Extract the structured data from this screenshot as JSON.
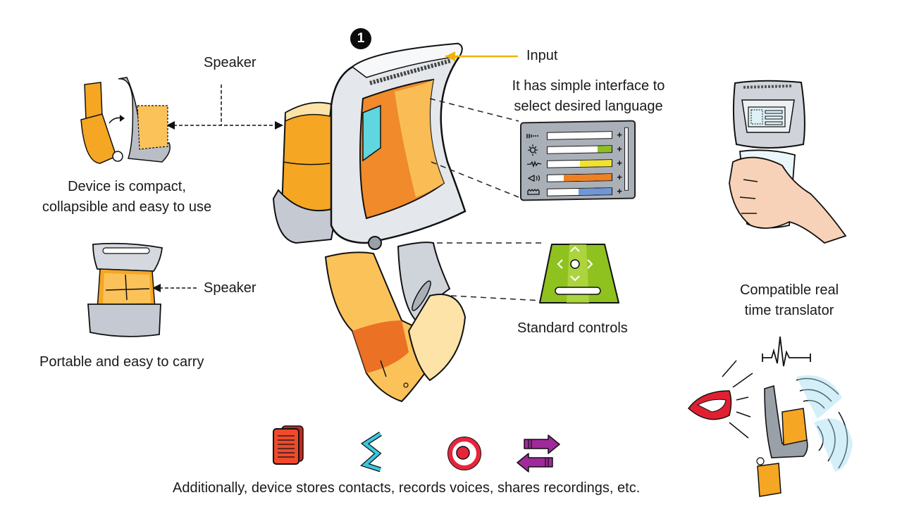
{
  "badge": {
    "number": "1"
  },
  "callouts": {
    "input": "Input",
    "speaker_top": "Speaker",
    "speaker_bottom": "Speaker",
    "interface_line1": "It has simple interface to",
    "interface_line2": "select desired language",
    "controls": "Standard controls",
    "compact_line1": "Device is compact,",
    "compact_line2": "collapsible and easy to use",
    "portable": "Portable and easy to carry",
    "translator_line1": "Compatible real",
    "translator_line2": "time translator",
    "footer": "Additionally, device stores contacts, records voices, shares recordings, etc."
  },
  "interface_panel": {
    "rows": [
      {
        "icon": "signal-bars-icon",
        "fill": 0.0,
        "color": "#ffffff"
      },
      {
        "icon": "brightness-icon",
        "fill": 0.22,
        "color": "#8cbf1f"
      },
      {
        "icon": "waveform-icon",
        "fill": 0.5,
        "color": "#f2e22e"
      },
      {
        "icon": "volume-icon",
        "fill": 0.75,
        "color": "#f08020"
      },
      {
        "icon": "bass-icon",
        "fill": 0.52,
        "color": "#6f96d8"
      }
    ],
    "plus_symbol": "+"
  },
  "feature_icons": [
    {
      "name": "contacts-icon",
      "color": "#ee4a2b"
    },
    {
      "name": "voice-wave-icon",
      "color": "#39c8e0"
    },
    {
      "name": "record-icon",
      "color": "#e8243b"
    },
    {
      "name": "share-arrows-icon",
      "color": "#a02a9c"
    }
  ],
  "colors": {
    "accent_orange": "#f5a623",
    "deep_orange": "#e8641c",
    "light_orange": "#fbc25a",
    "device_gray": "#b9bec6",
    "input_arrow": "#f0b400",
    "control_green": "#8fc21e",
    "screen_cyan": "#5fd6e0",
    "panel_gray": "#aab0b8"
  }
}
